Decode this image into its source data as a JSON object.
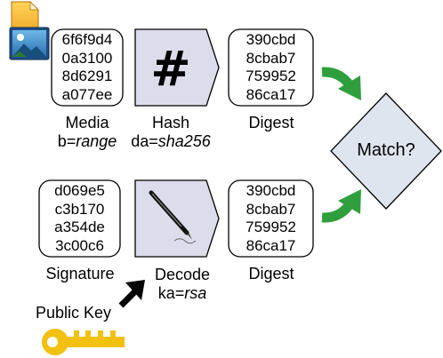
{
  "media": {
    "hex_lines": [
      "6f6f9d4",
      "0a3100",
      "8d6291",
      "a077ee"
    ],
    "label": "Media",
    "param_key": "b=",
    "param_value": "range"
  },
  "hash_step": {
    "symbol": "#",
    "label": "Hash",
    "param_key": "da=",
    "param_value": "sha256"
  },
  "digest_top": {
    "hex_lines": [
      "390cbd",
      "8cbab7",
      "759952",
      "86ca17"
    ],
    "label": "Digest"
  },
  "signature": {
    "hex_lines": [
      "d069e5",
      "c3b170",
      "a354de",
      "3c00c6"
    ],
    "label": "Signature"
  },
  "decode_step": {
    "label": "Decode",
    "param_key": "ka=",
    "param_value": "rsa"
  },
  "digest_bottom": {
    "hex_lines": [
      "390cbd",
      "8cbab7",
      "759952",
      "86ca17"
    ],
    "label": "Digest"
  },
  "match": {
    "label": "Match?"
  },
  "public_key": {
    "label": "Public Key"
  },
  "colors": {
    "arrow_green": "#2e9f3c",
    "process_fill": "#dcdcea",
    "diamond_fill": "#dfe5ee",
    "key_gold": "#f2c10f",
    "file_orange": "#f0a21a"
  },
  "icons": {
    "media": "image-file-icon",
    "decode": "pen-icon",
    "public_key": "key-icon"
  }
}
